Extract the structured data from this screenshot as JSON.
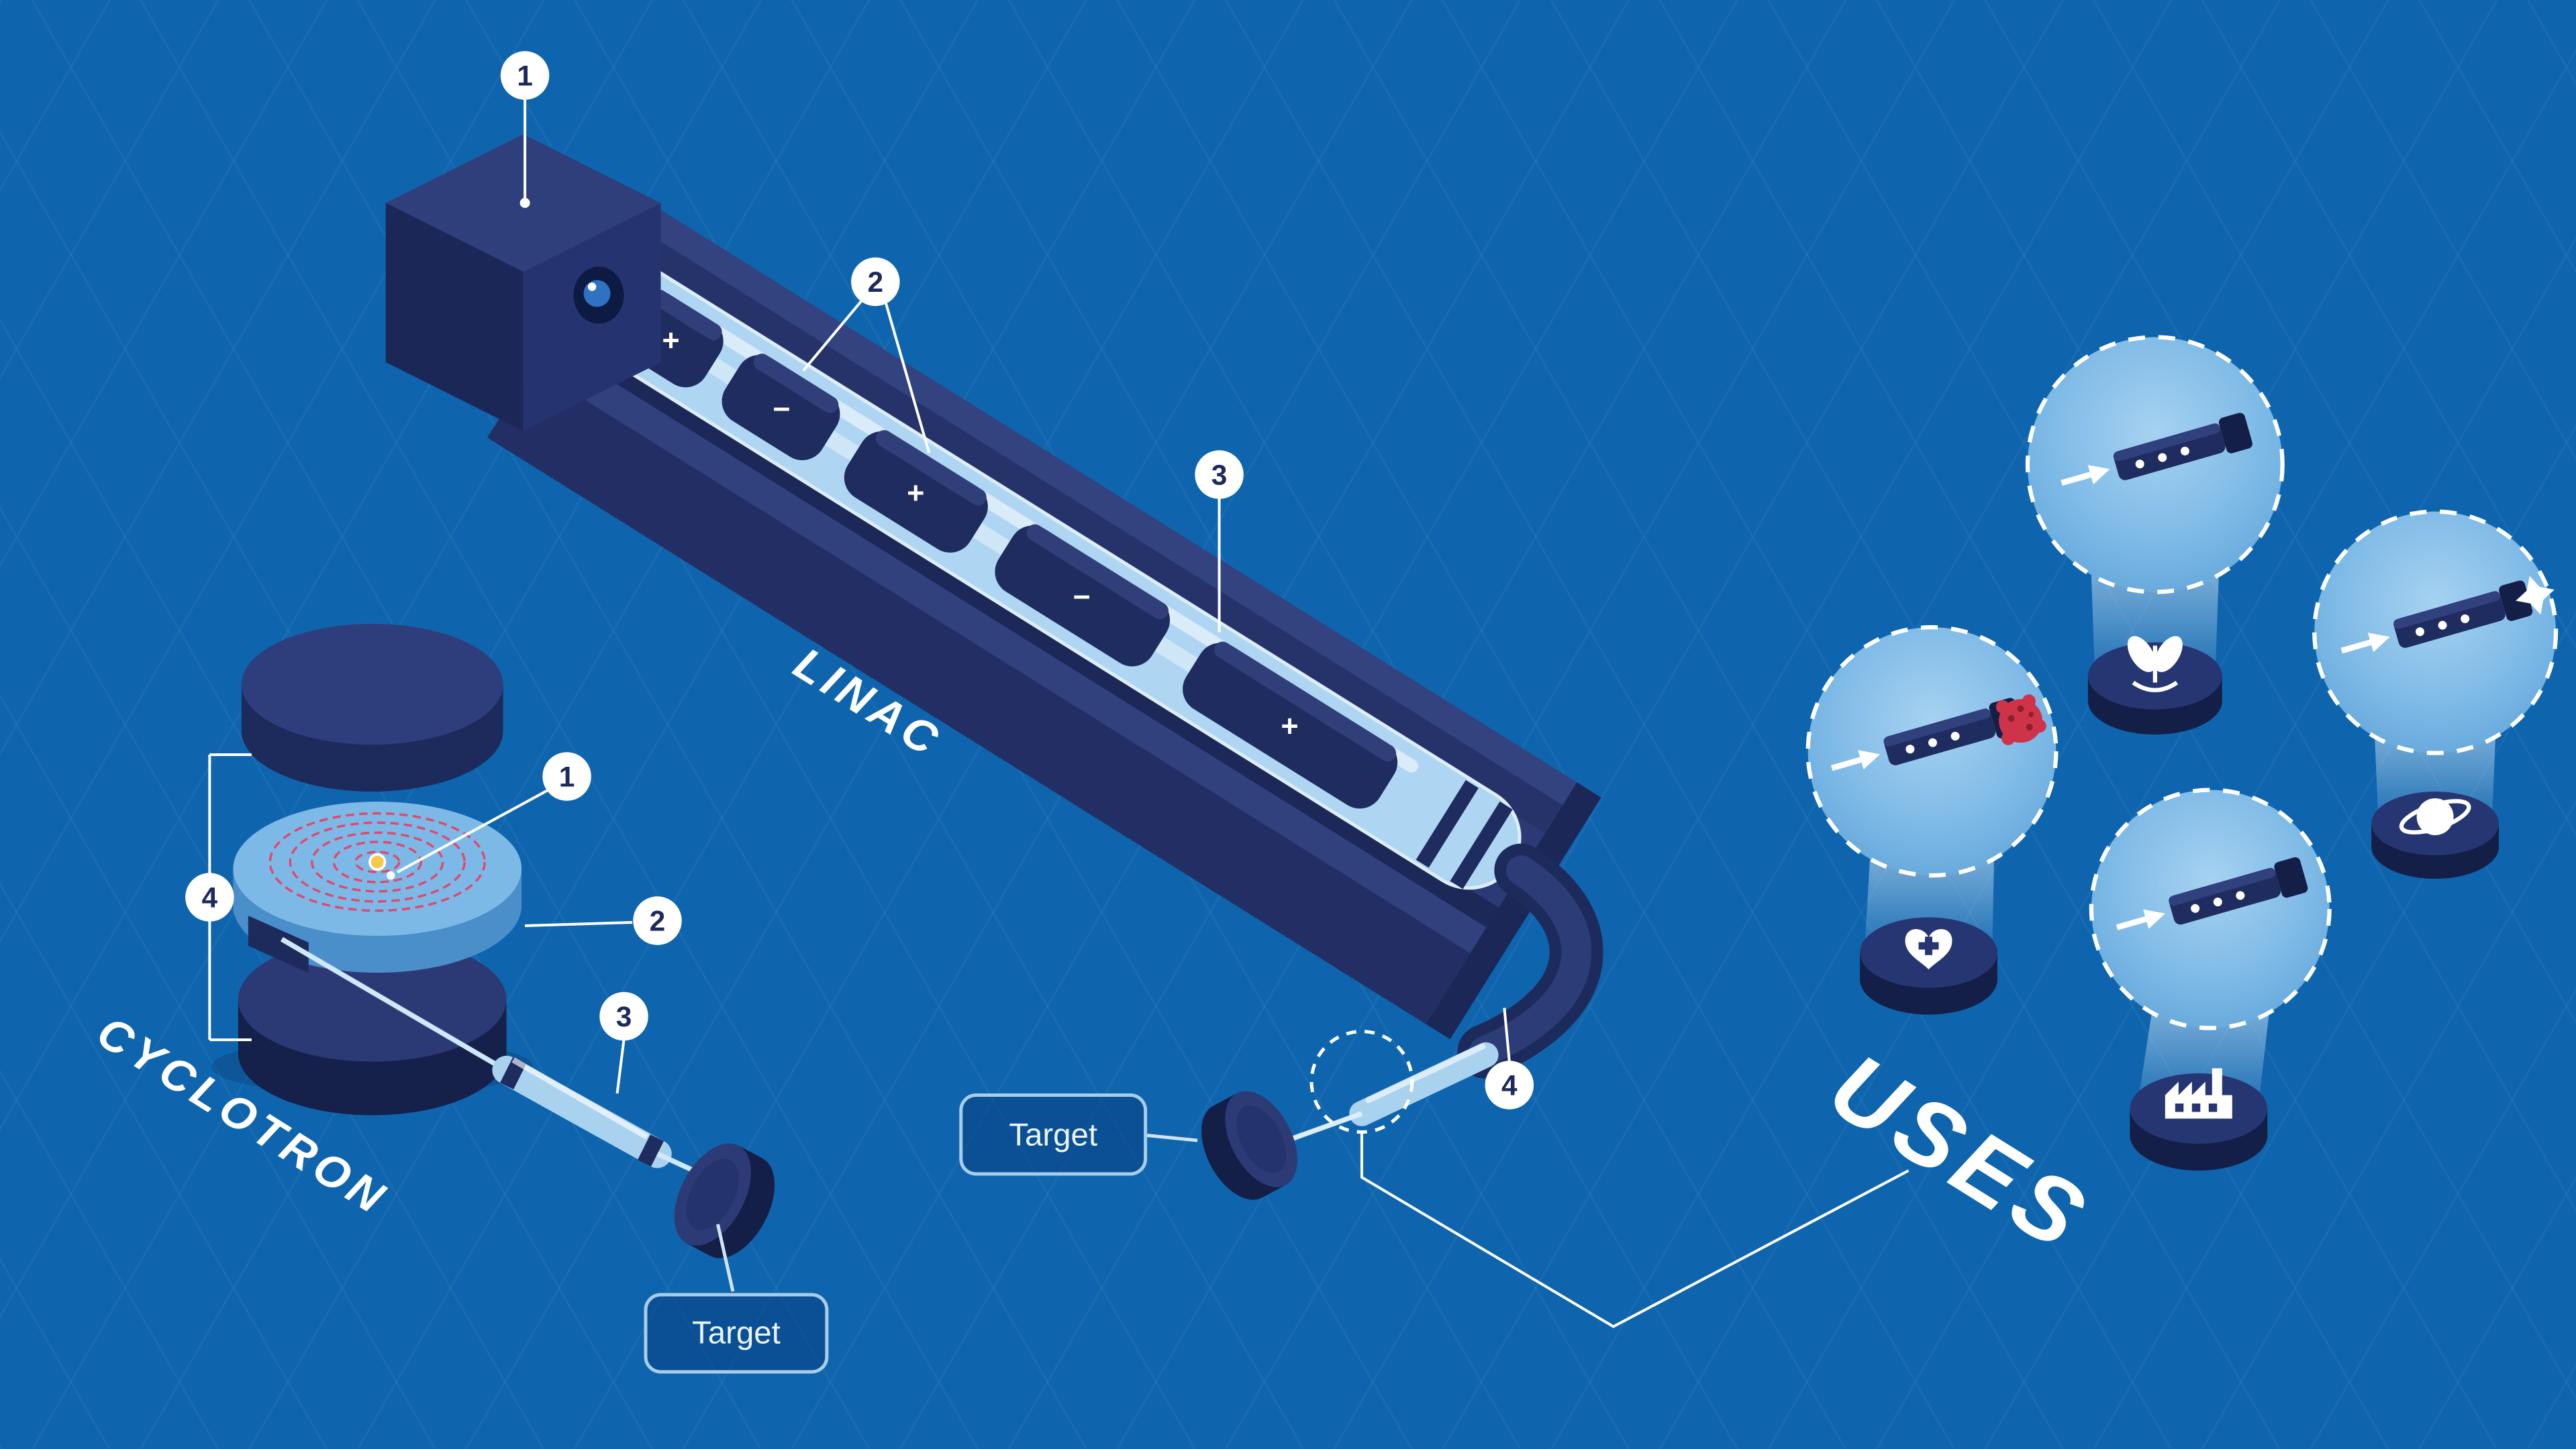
{
  "illustration": {
    "background_color": "#0f65ad",
    "accent_navy": "#1d2a5c",
    "accent_light_blue": "#7db9e6",
    "accent_red": "#cf3349",
    "accent_yellow": "#f6c94a",
    "callout_color": "#ffffff"
  },
  "linac": {
    "label": "LINAC",
    "callout_1": "1",
    "callout_2": "2",
    "callout_3": "3",
    "drift_tube_signs": [
      "+",
      "−",
      "+",
      "−",
      "+"
    ]
  },
  "beamline": {
    "callout_4": "4",
    "target_label": "Target"
  },
  "cyclotron": {
    "label": "CYCLOTRON",
    "callout_1": "1",
    "callout_2": "2",
    "callout_3": "3",
    "callout_4": "4",
    "target_label": "Target"
  },
  "uses": {
    "label": "USES",
    "items": [
      {
        "name": "agriculture",
        "icon": "leaf-icon"
      },
      {
        "name": "space",
        "icon": "planet-icon"
      },
      {
        "name": "medicine",
        "icon": "heart-medical-icon"
      },
      {
        "name": "industry",
        "icon": "factory-icon"
      }
    ]
  }
}
